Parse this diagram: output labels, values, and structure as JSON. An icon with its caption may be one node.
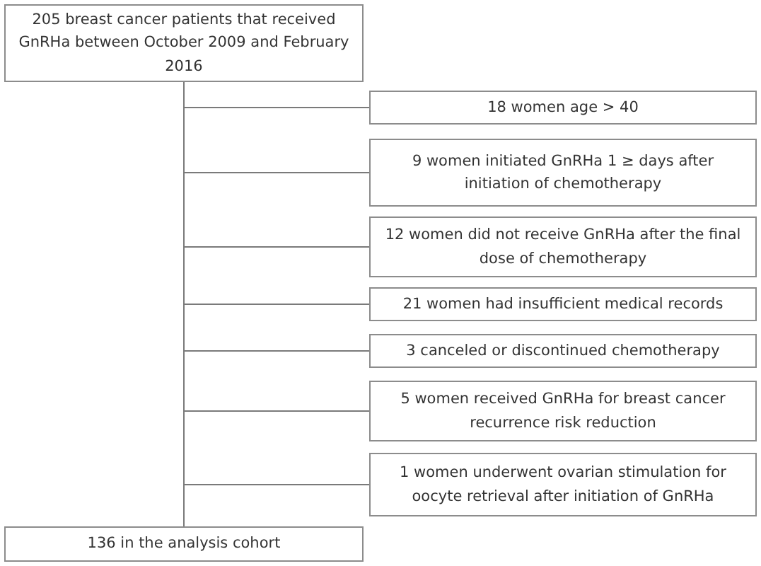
{
  "diagram": {
    "nodes": [
      {
        "text": [
          "205 breast cancer patients that received GnRHa between October 2009 and February 2016"
        ]
      },
      {
        "text": [
          "18 women age > 40"
        ]
      },
      {
        "text": [
          "9 women initiated GnRHa 1 ≥ days after initiation of chemotherapy"
        ]
      },
      {
        "text": [
          "12 women did not receive GnRHa after the final dose of chemotherapy"
        ]
      },
      {
        "text": [
          "21 women had insufficient medical records"
        ]
      },
      {
        "text": [
          "3 canceled or discontinued chemotherapy"
        ]
      },
      {
        "text": [
          "5 women received GnRHa for breast cancer recurrence risk reduction"
        ]
      },
      {
        "text": [
          "1 women underwent ovarian stimulation for oocyte retrieval after initiation of GnRHa"
        ]
      },
      {
        "text": [
          "136 in the analysis cohort"
        ]
      }
    ],
    "edges": [
      {
        "from": 0,
        "to": 1,
        "arrow": "none"
      },
      {
        "from": 0,
        "to": 2,
        "arrow": "none"
      },
      {
        "from": 0,
        "to": 3,
        "arrow": "none"
      },
      {
        "from": 0,
        "to": 4,
        "arrow": "none"
      },
      {
        "from": 0,
        "to": 5,
        "arrow": "none"
      },
      {
        "from": 0,
        "to": 6,
        "arrow": "none"
      },
      {
        "from": 0,
        "to": 7,
        "arrow": "none"
      },
      {
        "from": 0,
        "to": 8,
        "arrow": "none"
      }
    ]
  }
}
